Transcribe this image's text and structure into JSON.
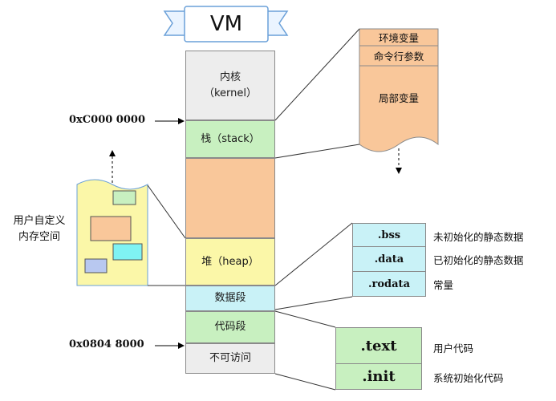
{
  "banner": {
    "title": "VM"
  },
  "addresses": {
    "top": "0xC000 0000",
    "bottom": "0x0804 8000"
  },
  "segments": [
    {
      "label": "内核\n（kernel）"
    },
    {
      "label": "栈（stack）"
    },
    {
      "label": ""
    },
    {
      "label": "堆（heap）"
    },
    {
      "label": "数据段"
    },
    {
      "label": "代码段"
    },
    {
      "label": "不可访问"
    }
  ],
  "stack_detail": {
    "rows": [
      "环境变量",
      "命令行参数",
      "局部变量"
    ]
  },
  "data_detail": {
    "rows": [
      ".bss",
      ".data",
      ".rodata"
    ],
    "notes": [
      "未初始化的静态数据",
      "已初始化的静态数据",
      "常量"
    ]
  },
  "code_detail": {
    "rows": [
      ".text",
      ".init"
    ],
    "notes": [
      "用户代码",
      "系统初始化代码"
    ]
  },
  "heap_callout": {
    "label": "用户自定义\n内存空间"
  },
  "colors": {
    "kernel": "#ededed",
    "stack": "#c8f0c0",
    "gap": "#f9c79a",
    "heap": "#fbf7a8",
    "data": "#c9f2f7",
    "code": "#c8f0c0",
    "noaccess": "#ededed",
    "stack_detail": "#f9c79a",
    "data_detail": "#c9f2f7",
    "code_detail": "#c8f0c0",
    "heap_callout": "#fbf7a8"
  }
}
